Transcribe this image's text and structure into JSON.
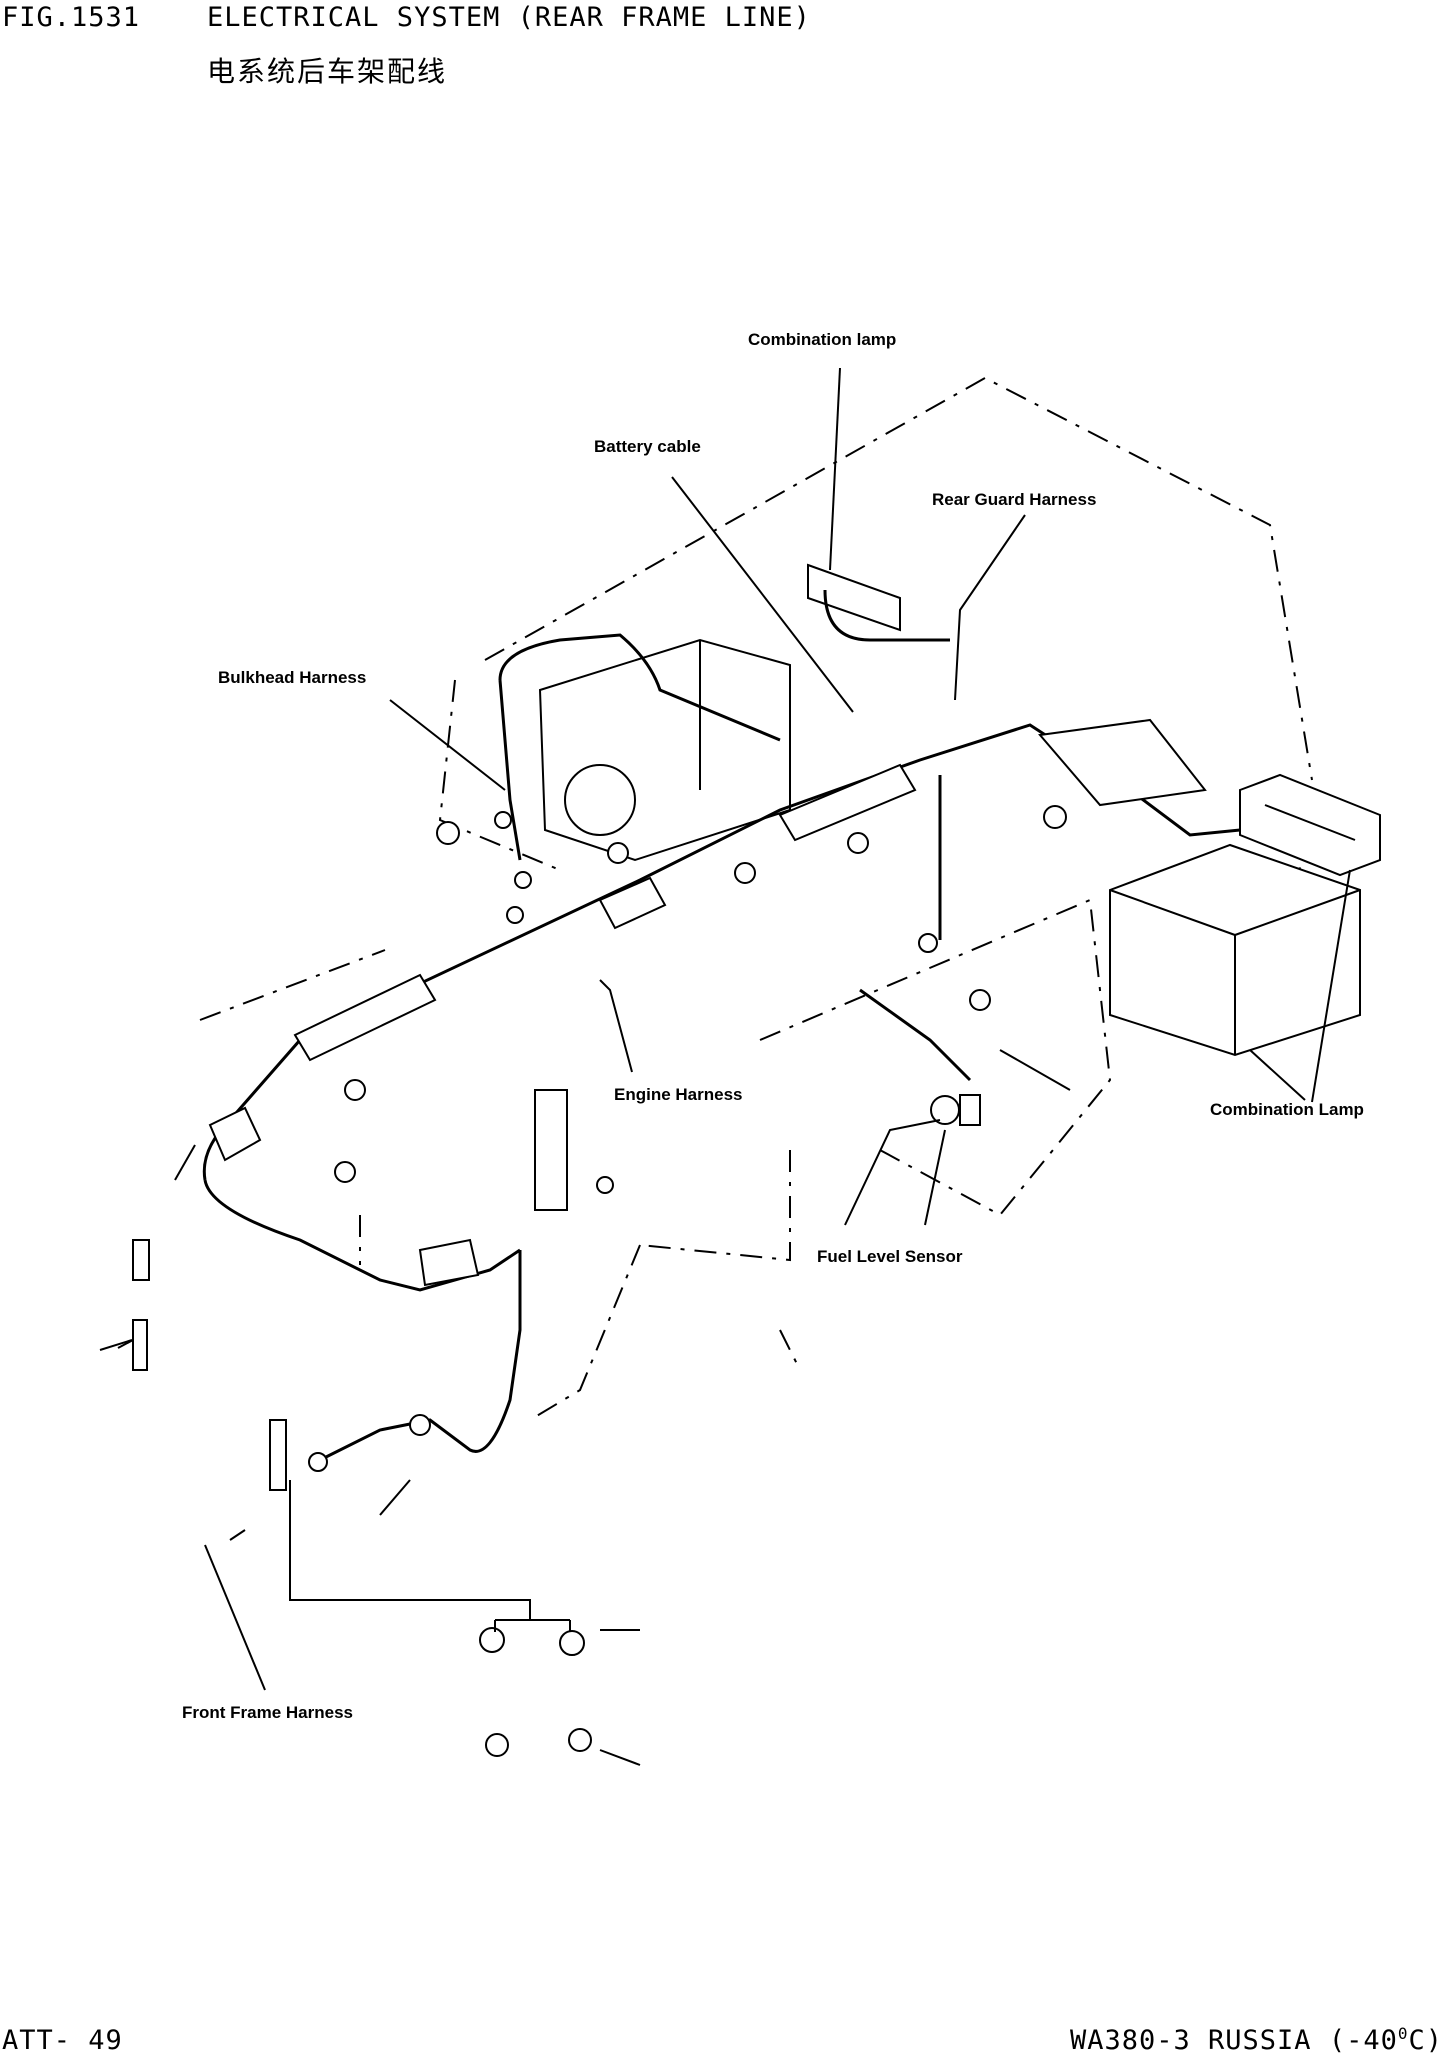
{
  "header": {
    "fig_no": "FIG.1531",
    "title": "ELECTRICAL SYSTEM (REAR FRAME LINE)",
    "title_cn": "电系统后车架配线"
  },
  "footer": {
    "page": "ATT- 49",
    "model": "WA380-3 RUSSIA (-40",
    "model_unit": "0",
    "model_suffix": "C)"
  },
  "callouts": {
    "combination_lamp_top": "Combination lamp",
    "battery_cable": "Battery cable",
    "rear_guard_harness": "Rear Guard Harness",
    "bulkhead_harness": "Bulkhead Harness",
    "engine_harness": "Engine Harness",
    "combination_lamp_right": "Combination Lamp",
    "fuel_level_sensor": "Fuel Level Sensor",
    "front_frame_harness": "Front Frame Harness"
  }
}
